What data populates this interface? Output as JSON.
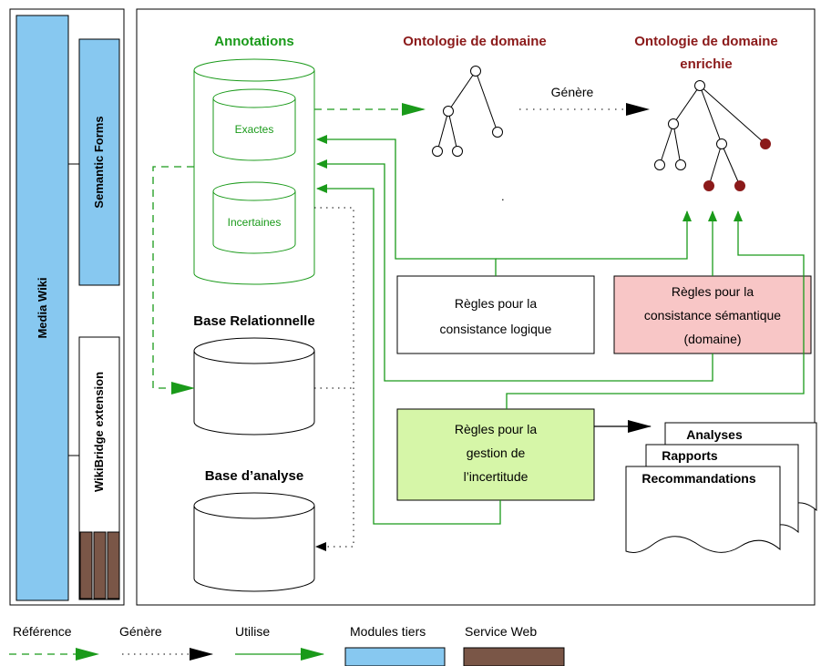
{
  "colors": {
    "modules_tiers": "#87c8f0",
    "service_web": "#7a5647",
    "rule_semantic": "#f8c6c6",
    "rule_uncertainty": "#d6f6a8",
    "annotation_green": "#1a9a1a",
    "ontology_red": "#8b1a1a"
  },
  "sidebar": {
    "media_wiki": "Media Wiki",
    "semantic_forms": "Semantic Forms",
    "wikibridge": "WikiBridge extension"
  },
  "annotations": {
    "title": "Annotations",
    "exactes": "Exactes",
    "incertaines": "Incertaines"
  },
  "ontology": {
    "domain": "Ontologie de domaine",
    "enriched_line1": "Ontologie de domaine",
    "enriched_line2": "enrichie",
    "generates": "Génère"
  },
  "databases": {
    "relational": "Base Relationnelle",
    "analysis": "Base d’analyse"
  },
  "rules": {
    "logic": [
      "Règles pour la",
      "consistance logique"
    ],
    "semantic": [
      "Règles pour la",
      "consistance sémantique",
      "(domaine)"
    ],
    "uncertainty": [
      "Règles pour la",
      "gestion de",
      "l’incertitude"
    ]
  },
  "outputs": {
    "analyses": "Analyses",
    "rapports": "Rapports",
    "recommandations": "Recommandations"
  },
  "legend": {
    "reference": "Référence",
    "genere": "Génère",
    "utilise": "Utilise",
    "modules_tiers": "Modules tiers",
    "service_web": "Service Web"
  }
}
